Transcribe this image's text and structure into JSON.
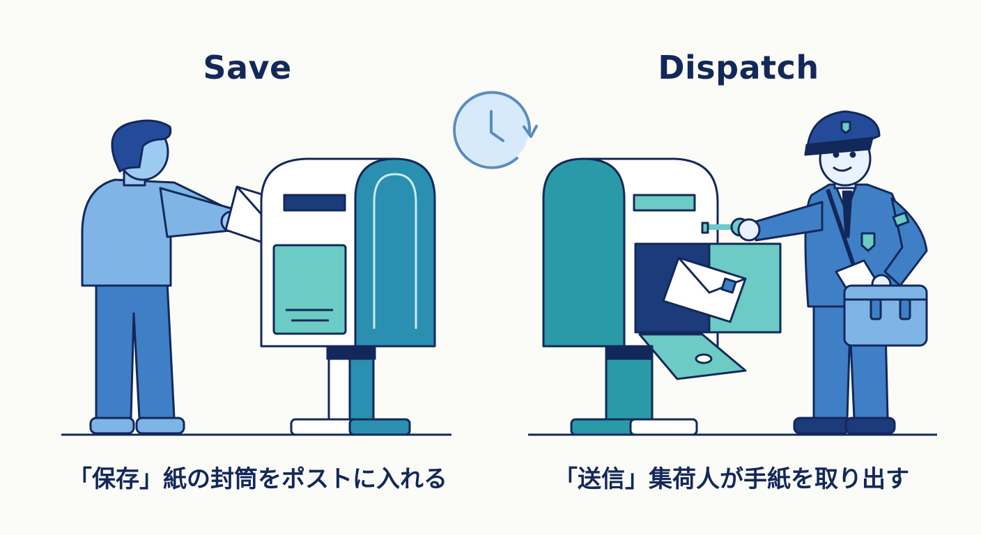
{
  "panels": {
    "save": {
      "title": "Save",
      "caption": "「保存」紙の封筒をポストに入れる"
    },
    "dispatch": {
      "title": "Dispatch",
      "caption": "「送信」集荷人が手紙を取り出す"
    }
  },
  "icons": {
    "center": "clock-cycle-icon"
  },
  "colors": {
    "navy": "#13285a",
    "light_blue": "#7fb4e6",
    "mid_blue": "#3f7fc6",
    "teal": "#2a9aa8",
    "mint": "#6ccbc4",
    "clock_fill": "#d6eafb"
  }
}
